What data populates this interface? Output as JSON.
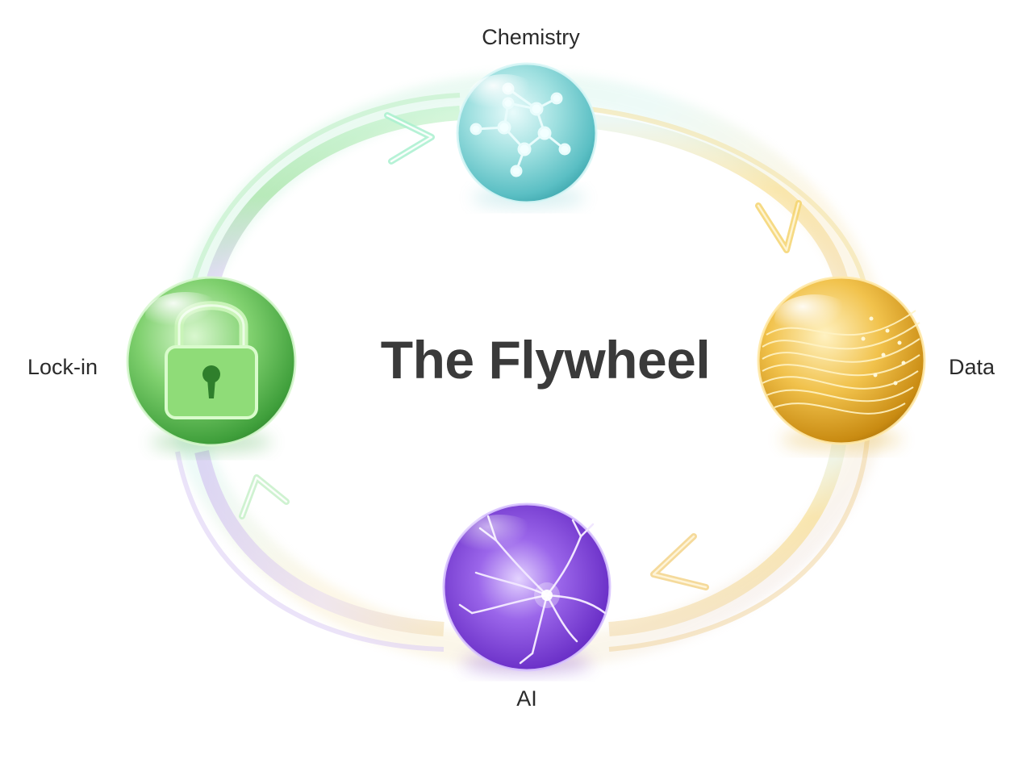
{
  "diagram": {
    "title": "The Flywheel",
    "nodes": [
      {
        "id": "chemistry",
        "label": "Chemistry",
        "icon": "molecule-icon",
        "color": "#4fc3c9"
      },
      {
        "id": "data",
        "label": "Data",
        "icon": "data-streams-icon",
        "color": "#e0a820"
      },
      {
        "id": "ai",
        "label": "AI",
        "icon": "neural-network-icon",
        "color": "#7a3fd0"
      },
      {
        "id": "lockin",
        "label": "Lock-in",
        "icon": "padlock-icon",
        "color": "#4caf50"
      }
    ],
    "flow": [
      "chemistry",
      "data",
      "ai",
      "lockin",
      "chemistry"
    ],
    "direction": "clockwise"
  }
}
